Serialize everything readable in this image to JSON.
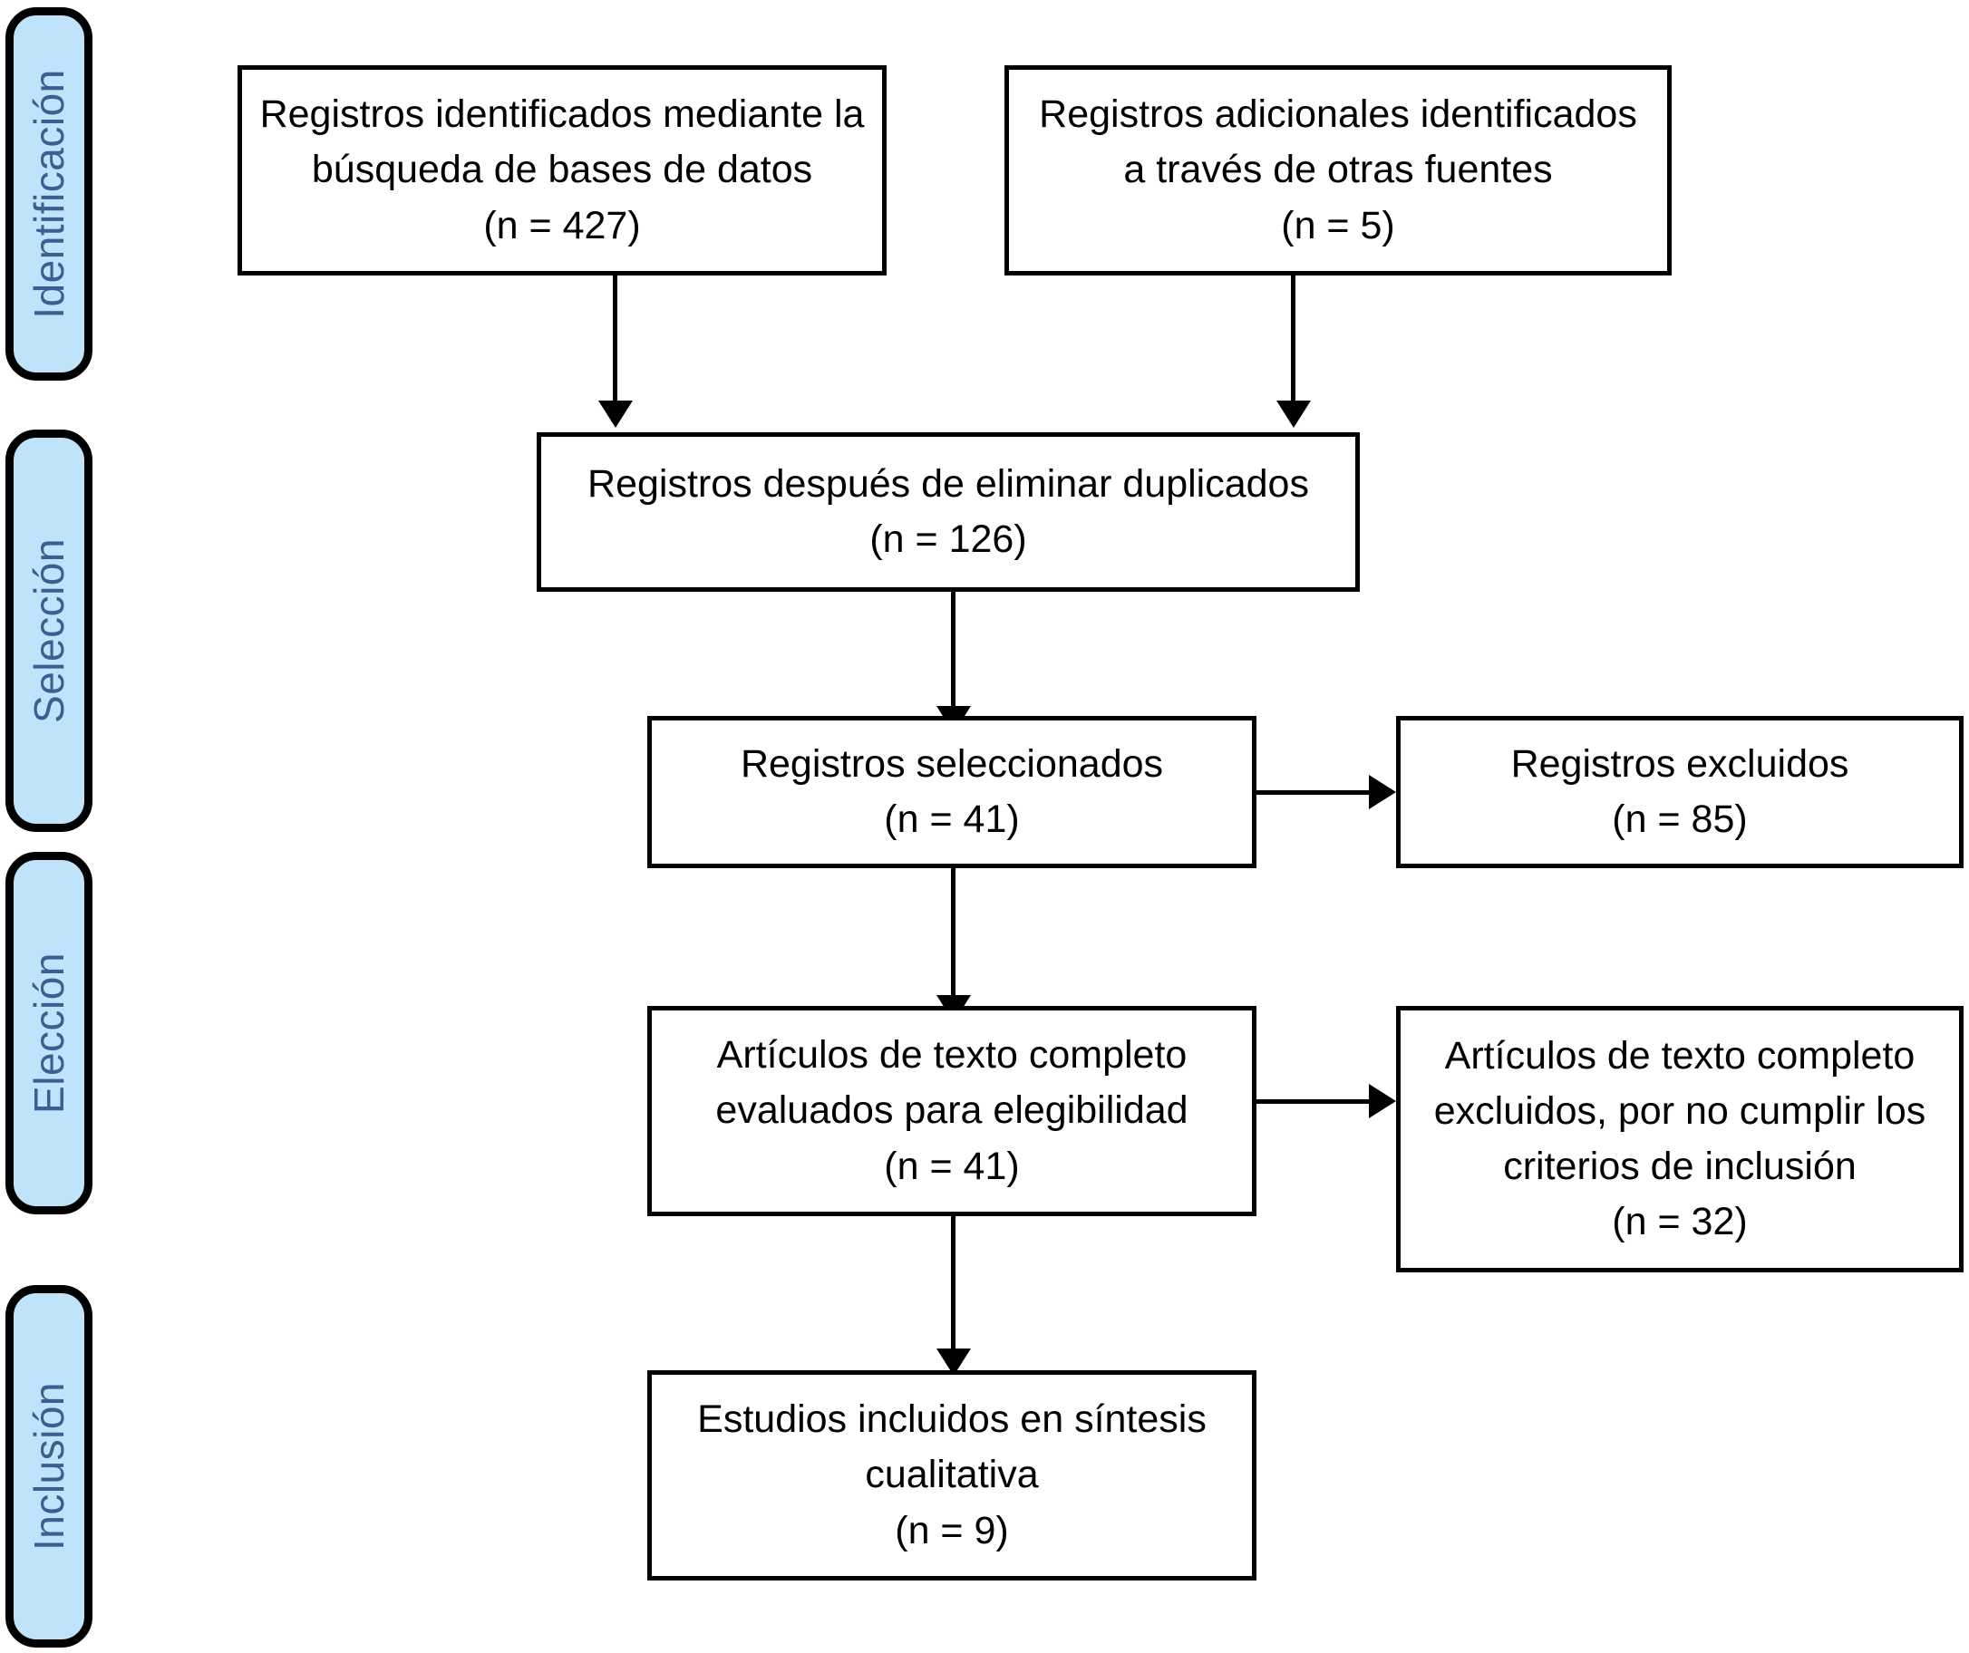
{
  "diagram": {
    "title": "Diagrama de flujo PRISMA",
    "accent_color": "#bfe3fa",
    "label_text_color": "#3c5f92",
    "line_color": "#000000",
    "background": "#ffffff"
  },
  "stages": [
    {
      "label": "Identificación"
    },
    {
      "label": "Selección"
    },
    {
      "label": "Elección"
    },
    {
      "label": "Inclusión"
    }
  ],
  "boxes": {
    "identified_databases": {
      "line1": "Registros identificados mediante la",
      "line2": "búsqueda de bases de datos",
      "count": "(n = 427)"
    },
    "identified_other_sources": {
      "line1": "Registros adicionales identificados",
      "line2": "a través de otras fuentes",
      "count": "(n = 5)"
    },
    "after_duplicates": {
      "line1": "Registros después de eliminar duplicados",
      "count": "(n = 126)"
    },
    "screened": {
      "line1": "Registros seleccionados",
      "count": "(n = 41)"
    },
    "excluded_records": {
      "line1": "Registros excluidos",
      "count": "(n = 85)"
    },
    "fulltext_assessed": {
      "line1": "Artículos de texto completo",
      "line2": "evaluados para elegibilidad",
      "count": "(n = 41)"
    },
    "fulltext_excluded": {
      "line1": "Artículos de texto completo",
      "line2": "excluidos, por no cumplir los",
      "line3": "criterios de inclusión",
      "count": "(n = 32)"
    },
    "included_qualitative": {
      "line1": "Estudios incluidos en síntesis",
      "line2": "cualitativa",
      "count": "(n = 9)"
    }
  },
  "chart_data": {
    "type": "diagram",
    "title": "PRISMA flow diagram (Spanish)",
    "nodes": [
      {
        "id": "identified_databases",
        "stage": "Identificación",
        "label": "Registros identificados mediante la búsqueda de bases de datos",
        "n": 427
      },
      {
        "id": "identified_other_sources",
        "stage": "Identificación",
        "label": "Registros adicionales identificados a través de otras fuentes",
        "n": 5
      },
      {
        "id": "after_duplicates",
        "stage": "Selección",
        "label": "Registros después de eliminar duplicados",
        "n": 126
      },
      {
        "id": "screened",
        "stage": "Selección",
        "label": "Registros seleccionados",
        "n": 41
      },
      {
        "id": "excluded_records",
        "stage": "Selección",
        "label": "Registros excluidos",
        "n": 85
      },
      {
        "id": "fulltext_assessed",
        "stage": "Elección",
        "label": "Artículos de texto completo evaluados para elegibilidad",
        "n": 41
      },
      {
        "id": "fulltext_excluded",
        "stage": "Elección",
        "label": "Artículos de texto completo excluidos, por no cumplir los criterios de inclusión",
        "n": 32
      },
      {
        "id": "included_qualitative",
        "stage": "Inclusión",
        "label": "Estudios incluidos en síntesis cualitativa",
        "n": 9
      }
    ],
    "edges": [
      {
        "from": "identified_databases",
        "to": "after_duplicates"
      },
      {
        "from": "identified_other_sources",
        "to": "after_duplicates"
      },
      {
        "from": "after_duplicates",
        "to": "screened"
      },
      {
        "from": "screened",
        "to": "excluded_records"
      },
      {
        "from": "screened",
        "to": "fulltext_assessed"
      },
      {
        "from": "fulltext_assessed",
        "to": "fulltext_excluded"
      },
      {
        "from": "fulltext_assessed",
        "to": "included_qualitative"
      }
    ]
  }
}
